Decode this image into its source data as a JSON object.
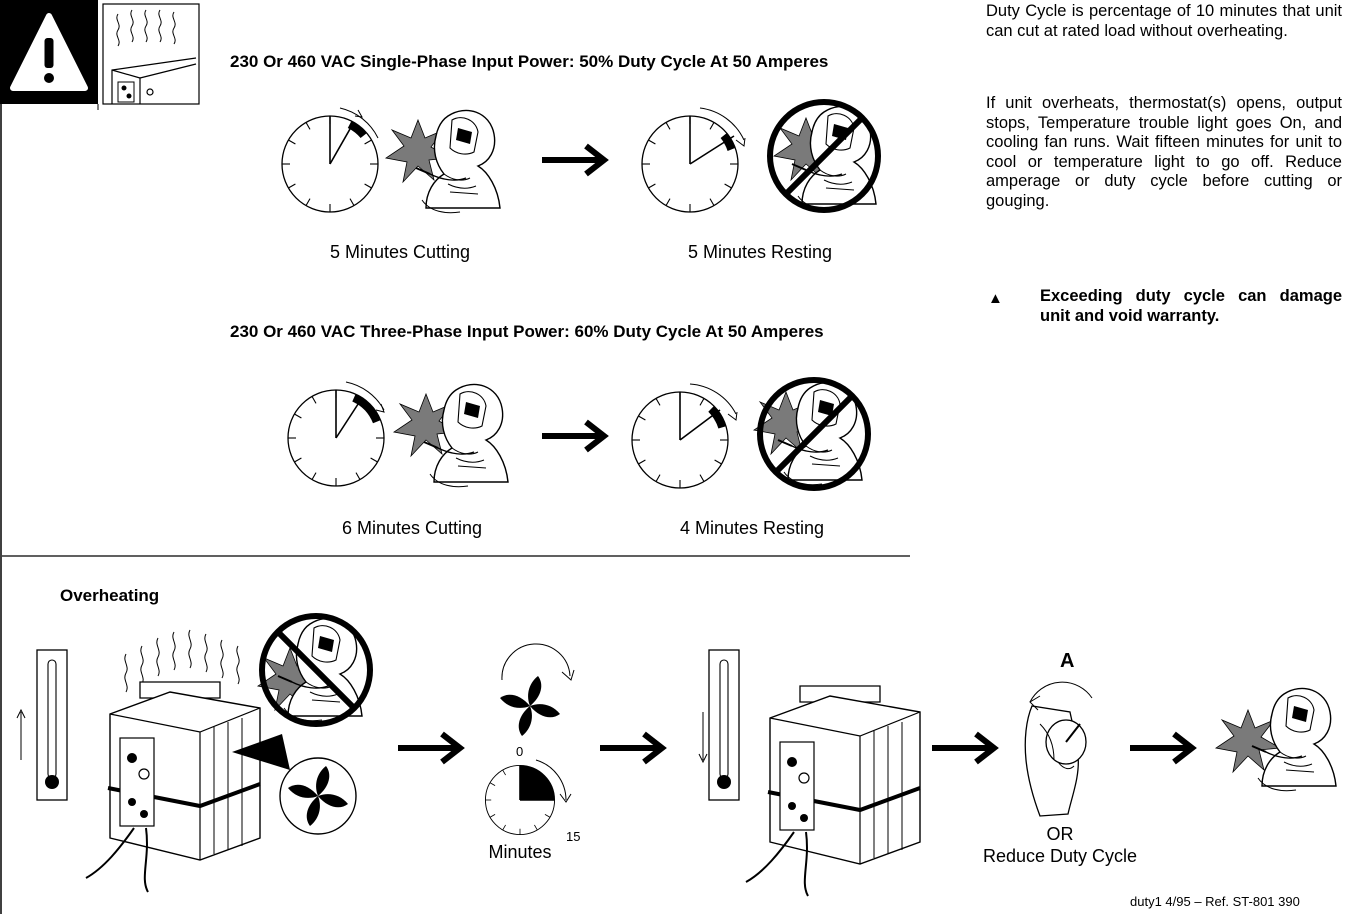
{
  "section1": {
    "heading": "230 Or 460 VAC Single-Phase Input Power: 50% Duty Cycle At 50 Amperes",
    "left_caption": "5 Minutes Cutting",
    "right_caption": "5 Minutes Resting"
  },
  "section2": {
    "heading": "230 Or 460 VAC Three-Phase Input Power: 60% Duty Cycle At 50 Amperes",
    "left_caption": "6 Minutes Cutting",
    "right_caption": "4 Minutes Resting"
  },
  "sidebar": {
    "para1": "Duty Cycle is percentage of 10 minutes that unit can cut at rated load without overheating.",
    "para2": "If unit overheats, thermostat(s) opens, output stops, Temperature trouble light goes On, and cooling fan runs. Wait fifteen minutes for unit to cool or temperature light to go off. Reduce amperage or duty cycle before cutting or gouging.",
    "warning_symbol": "▲",
    "warning": "Exceeding duty cycle can damage unit and void warranty."
  },
  "overheating": {
    "heading": "Overheating",
    "timer_start": "0",
    "timer_end": "15",
    "timer_label": "Minutes",
    "knob_label": "A",
    "or_text": "OR",
    "reduce_text": "Reduce Duty Cycle"
  },
  "footer": {
    "reference": "duty1 4/95 – Ref. ST-801 390"
  },
  "icons": {
    "warning": "warning-triangle-icon",
    "clock": "clock-icon",
    "welder": "welder-cutting-icon",
    "fan": "cooling-fan-icon",
    "thermometer": "thermometer-icon"
  }
}
